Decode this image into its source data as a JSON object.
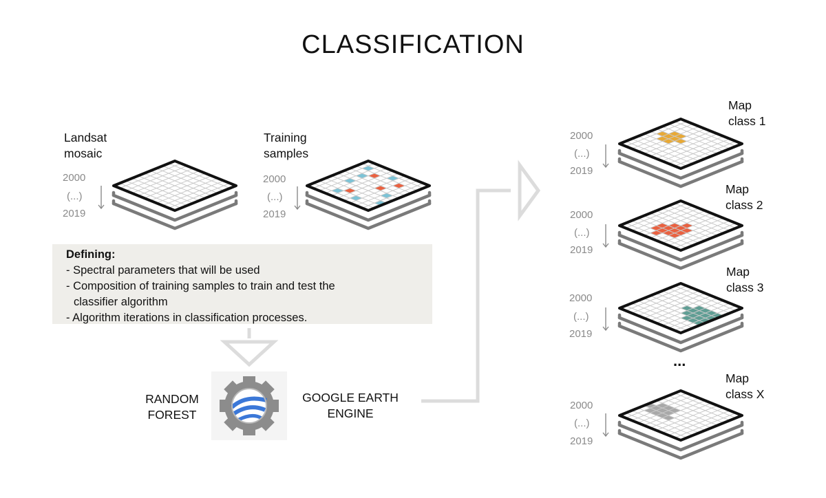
{
  "title": "CLASSIFICATION",
  "inputs": [
    {
      "label_line1": "Landsat",
      "label_line2": "mosaic",
      "year_start": "2000",
      "year_mid": "(...)",
      "year_end": "2019"
    },
    {
      "label_line1": "Training",
      "label_line2": "samples",
      "year_start": "2000",
      "year_mid": "(...)",
      "year_end": "2019"
    }
  ],
  "defining": {
    "heading": "Defining:",
    "lines": [
      "- Spectral parameters that will be used",
      "- Composition of training samples to train and test the",
      "classifier algorithm",
      "- Algorithm iterations in classification processes."
    ]
  },
  "tools": {
    "left_line1": "RANDOM",
    "left_line2": "FOREST",
    "right_line1": "GOOGLE EARTH",
    "right_line2": "ENGINE",
    "logo_icon": "google-earth-engine-logo"
  },
  "outputs": [
    {
      "label_line1": "Map",
      "label_line2": "class 1",
      "year_start": "2000",
      "year_mid": "(...)",
      "year_end": "2019",
      "color": "#e8a935"
    },
    {
      "label_line1": "Map",
      "label_line2": "class 2",
      "year_start": "2000",
      "year_mid": "(...)",
      "year_end": "2019",
      "color": "#ea6140"
    },
    {
      "label_line1": "Map",
      "label_line2": "class 3",
      "year_start": "2000",
      "year_mid": "(...)",
      "year_end": "2019",
      "color": "#5f9e94"
    },
    {
      "label_line1": "Map",
      "label_line2": "class X",
      "year_start": "2000",
      "year_mid": "(...)",
      "year_end": "2019",
      "color": "#a8a8a8"
    }
  ],
  "ellipsis": "...",
  "colors": {
    "sample_red": "#ea6140",
    "sample_blue": "#7cc3d6",
    "arrow": "#dcdcdc",
    "layer": "#7a7a7a"
  }
}
